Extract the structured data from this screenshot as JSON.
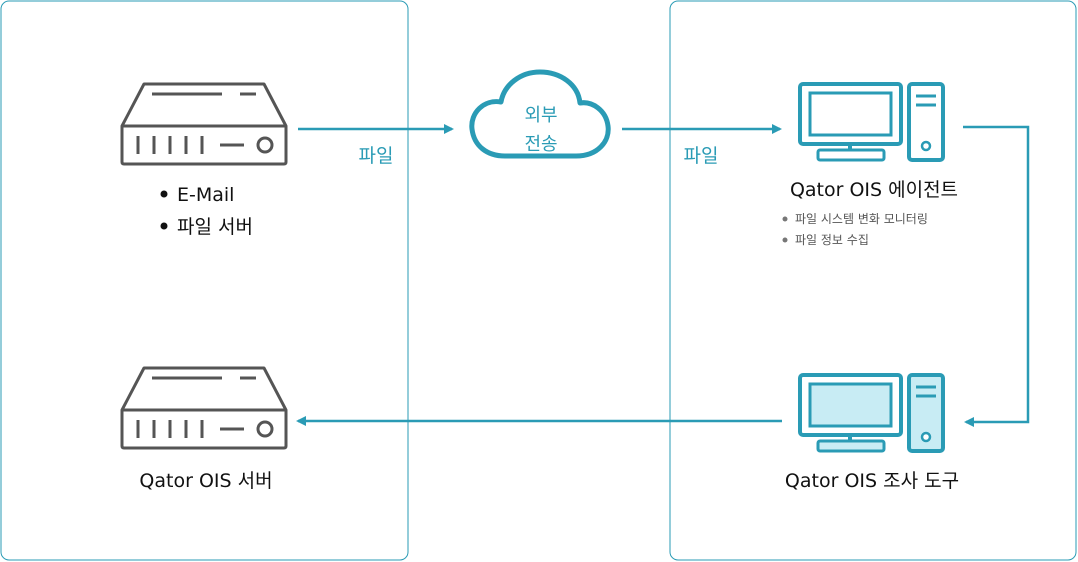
{
  "colors": {
    "accent": "#2a9bb5",
    "icon_stroke": "#555555",
    "icon_fill_light": "#c8ecf4",
    "panel_border": "#2a9bb5"
  },
  "left_panel": {
    "source": {
      "icon": "server-icon",
      "bullets": [
        "E-Mail",
        "파일 서버"
      ]
    },
    "ois_server": {
      "icon": "server-icon",
      "label": "Qator OIS 서버"
    }
  },
  "transfer": {
    "file_label_1": "파일",
    "cloud_line1": "외부",
    "cloud_line2": "전송",
    "file_label_2": "파일"
  },
  "right_panel": {
    "agent": {
      "icon": "desktop-computer-icon",
      "label": "Qator OIS 에이전트",
      "features": [
        "파일 시스템 변화 모니터링",
        "파일 정보 수집"
      ]
    },
    "investigation_tool": {
      "icon": "desktop-computer-icon",
      "label": "Qator OIS 조사 도구"
    }
  }
}
